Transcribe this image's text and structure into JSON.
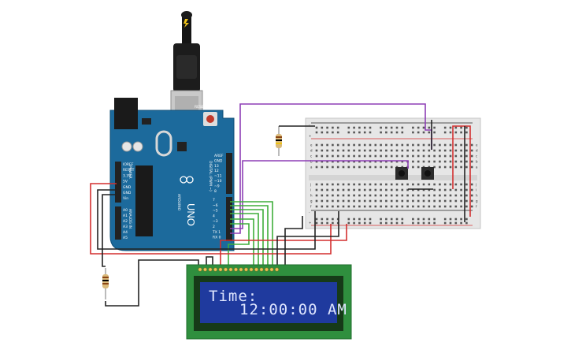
{
  "arduino": {
    "model_label": "UNO",
    "brand_label": "ARDUINO",
    "reset_label": "RESET",
    "power_header": [
      "IOREF",
      "RESET",
      "3.3V",
      "5V",
      "GND",
      "GND",
      "Vin"
    ],
    "analog_header": [
      "A0",
      "A1",
      "A2",
      "A3",
      "A4",
      "A5"
    ],
    "power_label": "POWER",
    "analog_label": "ANALOG IN",
    "digital_label": "DIGITAL (PWM ~)",
    "digital_header_top": [
      "AREF",
      "GND",
      "13",
      "12",
      "~11",
      "~10",
      "~9",
      "8"
    ],
    "digital_header_bottom": [
      "7",
      "~6",
      "~5",
      "4",
      "~3",
      "2",
      "TX 1",
      "RX 0"
    ],
    "board_color": "#1c6a9c"
  },
  "lcd": {
    "line1": "Time:",
    "line2": "12:00:00 AM",
    "screen_color": "#1f3a9e",
    "pcb_color": "#2f8f3e"
  },
  "breadboard": {
    "rail_plus": "+",
    "rail_minus": "-",
    "row_letters_top": [
      "a",
      "b",
      "c",
      "d",
      "e"
    ],
    "row_letters_bottom": [
      "f",
      "g",
      "h",
      "i",
      "j"
    ]
  },
  "wire_colors": {
    "red": "#d32f2f",
    "black": "#222222",
    "green": "#3fae3a",
    "purple": "#8d3fb5"
  }
}
